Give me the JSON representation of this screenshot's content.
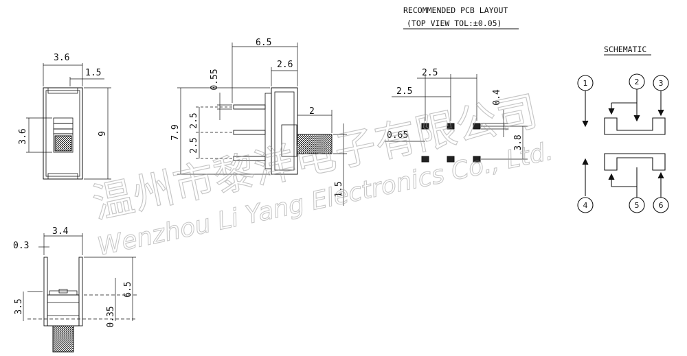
{
  "header": {
    "title": "RECOMMENDED PCB LAYOUT",
    "subtitle": "(TOP VIEW TOL:±0.05)",
    "schematic_label": "SCHEMATIC"
  },
  "front_view": {
    "width": "3.6",
    "offset": "1.5",
    "side": "3.6",
    "height": "9"
  },
  "side_view": {
    "length": "6.5",
    "body": "2.6",
    "pin_w": "0.55",
    "pitch_a": "2.5",
    "pitch_b": "2.5",
    "overall": "7.9",
    "actuator": "2",
    "travel": "1.5"
  },
  "bottom_view": {
    "width": "3.4",
    "pin_t": "0.3",
    "height": "3.5",
    "lead": "6.5",
    "standoff": "0.35"
  },
  "pcb_layout": {
    "pitch_x": "2.5",
    "pitch_x2": "2.5",
    "pad_h": "0.4",
    "pad_w": "0.65",
    "row_gap": "3.8"
  },
  "schematic": {
    "pins_top": [
      "1",
      "2",
      "3"
    ],
    "pins_bottom": [
      "4",
      "5",
      "6"
    ]
  },
  "watermark": {
    "cn": "温州市黎洋电子有限公司",
    "en": "Wenzhou Li Yang Electronics Co., Ltd."
  }
}
